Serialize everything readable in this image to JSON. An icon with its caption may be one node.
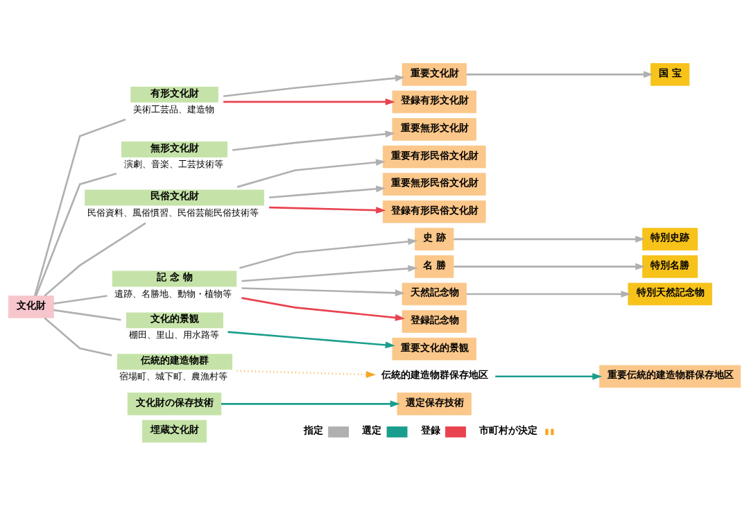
{
  "diagram": {
    "nodes": [
      {
        "text": [
          "文化財"
        ]
      },
      {
        "text": [
          "有形文化財"
        ],
        "beside": [
          "美術工芸品、建造物"
        ]
      },
      {
        "text": [
          "無形文化財"
        ],
        "beside": [
          "演劇、音楽、工芸技術等"
        ]
      },
      {
        "text": [
          "民俗文化財"
        ],
        "beside": [
          "民俗資料、風俗慣習、民俗芸能民俗技術等"
        ]
      },
      {
        "text": [
          "記 念 物"
        ],
        "beside": [
          "遺跡、名勝地、動物・植物等"
        ]
      },
      {
        "text": [
          "文化的景観"
        ],
        "beside": [
          "棚田、里山、用水路等"
        ]
      },
      {
        "text": [
          "伝統的建造物群"
        ],
        "beside": [
          "宿場町、城下町、農漁村等"
        ]
      },
      {
        "text": [
          "文化財の保存技術"
        ]
      },
      {
        "text": [
          "埋蔵文化財"
        ]
      },
      {
        "text": [
          "重要文化財"
        ]
      },
      {
        "text": [
          "国 宝"
        ]
      },
      {
        "text": [
          "登録有形文化財"
        ]
      },
      {
        "text": [
          "重要無形文化財"
        ]
      },
      {
        "text": [
          "重要有形民俗文化財"
        ]
      },
      {
        "text": [
          "重要無形民俗文化財"
        ]
      },
      {
        "text": [
          "登録有形民俗文化財"
        ]
      },
      {
        "text": [
          "史 跡"
        ]
      },
      {
        "text": [
          "特別史跡"
        ]
      },
      {
        "text": [
          "名 勝"
        ]
      },
      {
        "text": [
          "特別名勝"
        ]
      },
      {
        "text": [
          "天然記念物"
        ]
      },
      {
        "text": [
          "特別天然記念物"
        ]
      },
      {
        "text": [
          "登録記念物"
        ]
      },
      {
        "text": [
          "重要文化的景観"
        ]
      },
      {
        "text": [
          "伝統的建造物群保存地区"
        ]
      },
      {
        "text": [
          "重要伝統的建造物群保存地区"
        ]
      },
      {
        "text": [
          "選定保存技術"
        ]
      }
    ],
    "edges": [
      {
        "from": 0,
        "to": 1,
        "arrow": "none"
      },
      {
        "from": 0,
        "to": 2,
        "arrow": "none"
      },
      {
        "from": 0,
        "to": 3,
        "arrow": "none"
      },
      {
        "from": 0,
        "to": 4,
        "arrow": "none"
      },
      {
        "from": 0,
        "to": 5,
        "arrow": "none"
      },
      {
        "from": 0,
        "to": 6,
        "arrow": "none"
      },
      {
        "from": 1,
        "to": 9,
        "arrow": "to"
      },
      {
        "from": 9,
        "to": 10,
        "arrow": "to"
      },
      {
        "from": 1,
        "to": 11,
        "arrow": "to",
        "color": "#e8434f"
      },
      {
        "from": 2,
        "to": 12,
        "arrow": "to"
      },
      {
        "from": 3,
        "to": 13,
        "arrow": "to"
      },
      {
        "from": 3,
        "to": 14,
        "arrow": "to"
      },
      {
        "from": 3,
        "to": 15,
        "arrow": "to",
        "color": "#e8434f"
      },
      {
        "from": 4,
        "to": 16,
        "arrow": "to"
      },
      {
        "from": 4,
        "to": 18,
        "arrow": "to"
      },
      {
        "from": 4,
        "to": 20,
        "arrow": "to"
      },
      {
        "from": 16,
        "to": 17,
        "arrow": "to"
      },
      {
        "from": 18,
        "to": 19,
        "arrow": "to"
      },
      {
        "from": 20,
        "to": 21,
        "arrow": "to"
      },
      {
        "from": 4,
        "to": 22,
        "arrow": "to",
        "color": "#e8434f"
      },
      {
        "from": 5,
        "to": 23,
        "arrow": "to",
        "color": "#1a9e8c"
      },
      {
        "from": 6,
        "to": 24,
        "arrow": "to",
        "style": "dashed",
        "color": "#f5a623"
      },
      {
        "from": 24,
        "to": 25,
        "arrow": "to",
        "color": "#1a9e8c"
      },
      {
        "from": 7,
        "to": 26,
        "arrow": "to",
        "color": "#1a9e8c"
      }
    ],
    "legend": [
      {
        "text": "指定"
      },
      {
        "text": "選定"
      },
      {
        "text": "登録"
      },
      {
        "text": "市町村が決定"
      }
    ]
  }
}
